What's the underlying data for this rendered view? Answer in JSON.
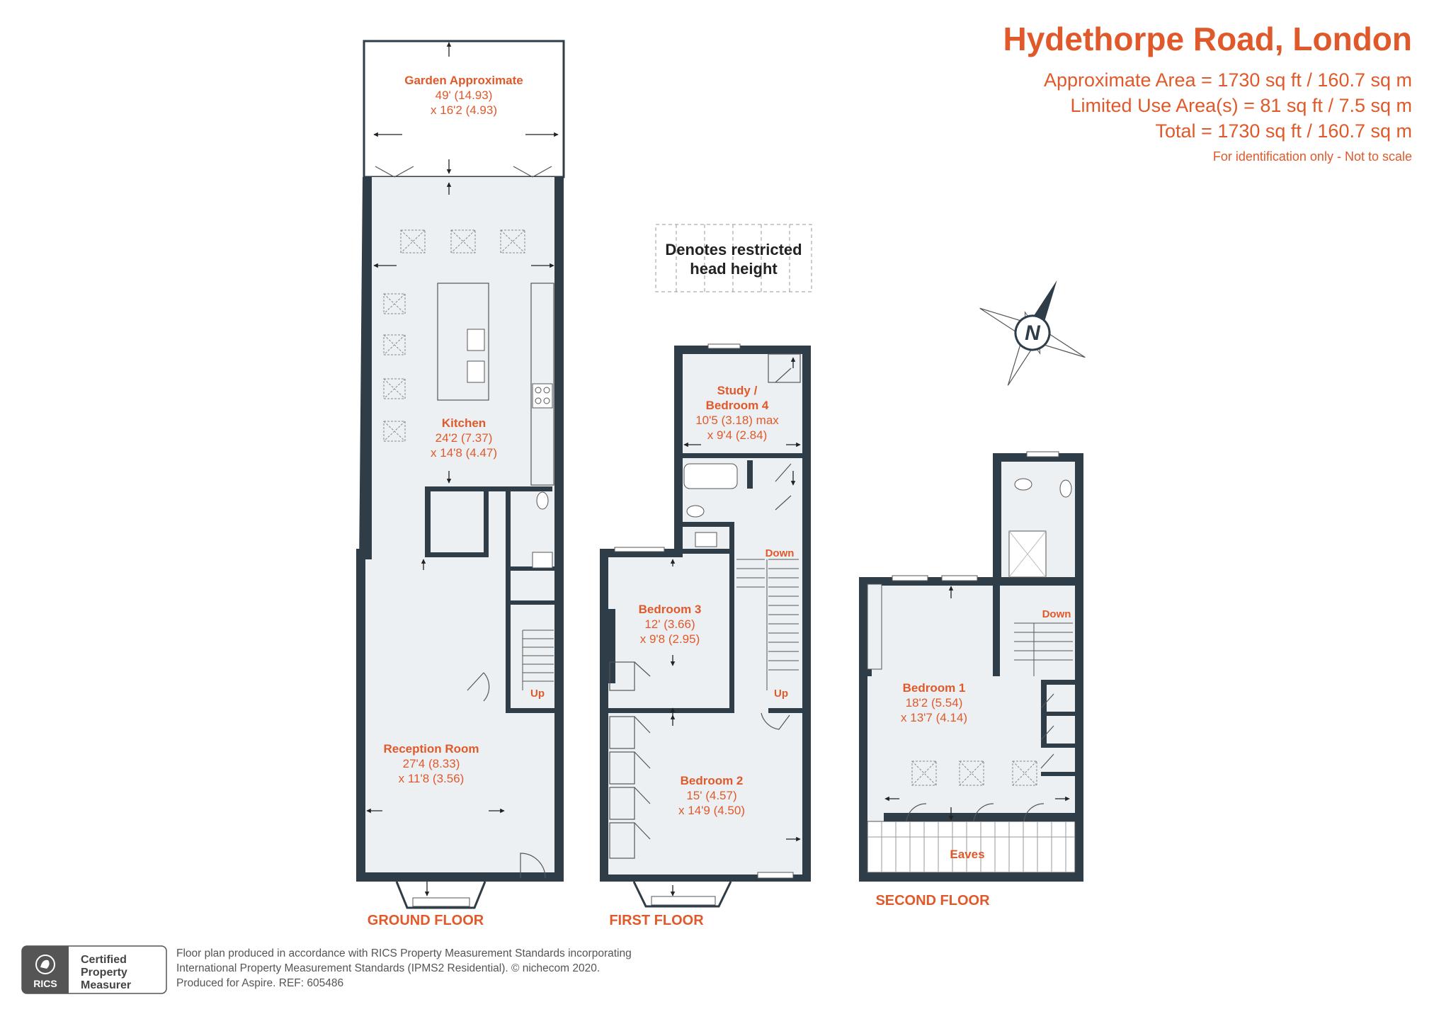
{
  "header": {
    "title": "Hydethorpe Road, London",
    "approx_area": "Approximate Area = 1730 sq ft / 160.7 sq m",
    "limited_use": "Limited Use Area(s) = 81 sq ft / 7.5 sq m",
    "total": "Total = 1730 sq ft / 160.7 sq m",
    "disclaimer": "For identification only - Not to scale"
  },
  "legend": {
    "line1": "Denotes restricted",
    "line2": "head height"
  },
  "compass": {
    "label": "N"
  },
  "floors": {
    "ground": "GROUND FLOOR",
    "first": "FIRST FLOOR",
    "second": "SECOND FLOOR"
  },
  "rooms": {
    "garden": {
      "name": "Garden Approximate",
      "dim1": "49' (14.93)",
      "dim2": "x 16'2 (4.93)"
    },
    "kitchen": {
      "name": "Kitchen",
      "dim1": "24'2 (7.37)",
      "dim2": "x 14'8 (4.47)"
    },
    "reception": {
      "name": "Reception Room",
      "dim1": "27'4 (8.33)",
      "dim2": "x 11'8 (3.56)"
    },
    "study": {
      "name1": "Study /",
      "name2": "Bedroom 4",
      "dim1": "10'5 (3.18) max",
      "dim2": "x 9'4 (2.84)"
    },
    "bedroom3": {
      "name": "Bedroom 3",
      "dim1": "12' (3.66)",
      "dim2": "x 9'8 (2.95)"
    },
    "bedroom2": {
      "name": "Bedroom 2",
      "dim1": "15' (4.57)",
      "dim2": "x 14'9 (4.50)"
    },
    "bedroom1": {
      "name": "Bedroom 1",
      "dim1": "18'2 (5.54)",
      "dim2": "x 13'7 (4.14)"
    },
    "eaves": {
      "name": "Eaves"
    }
  },
  "stairs": {
    "ground_up": "Up",
    "first_up": "Up",
    "first_down": "Down",
    "second_down": "Down"
  },
  "footer": {
    "badge_line1": "Certified",
    "badge_line2": "Property",
    "badge_line3": "Measurer",
    "rics": "RICS",
    "line1": "Floor plan produced in accordance with RICS Property Measurement Standards incorporating",
    "line2": "International Property Measurement Standards (IPMS2 Residential).  © nichecom    2020.",
    "line3": "Produced for Aspire.   REF: 605486"
  },
  "colors": {
    "accent": "#e0592a",
    "wall": "#2e3d48",
    "floor": "#edf0f2",
    "text_dark": "#222222"
  }
}
